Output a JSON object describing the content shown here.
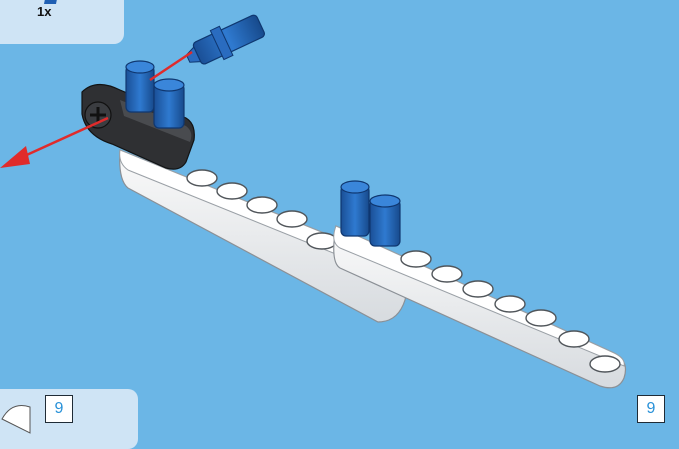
{
  "instruction": {
    "parts_callout": {
      "quantity": "1x",
      "part_icon": "blue-axle-pin-icon"
    },
    "main_step_number": "9",
    "sub_step_number": "9",
    "colors": {
      "background": "#6bb6e6",
      "callout": "#cfe4f5",
      "beam": "#ffffff",
      "connector": "#2f3033",
      "pin": "#1f5fb3",
      "arrow": "#e02b2b",
      "step_number": "#2891d8"
    }
  }
}
